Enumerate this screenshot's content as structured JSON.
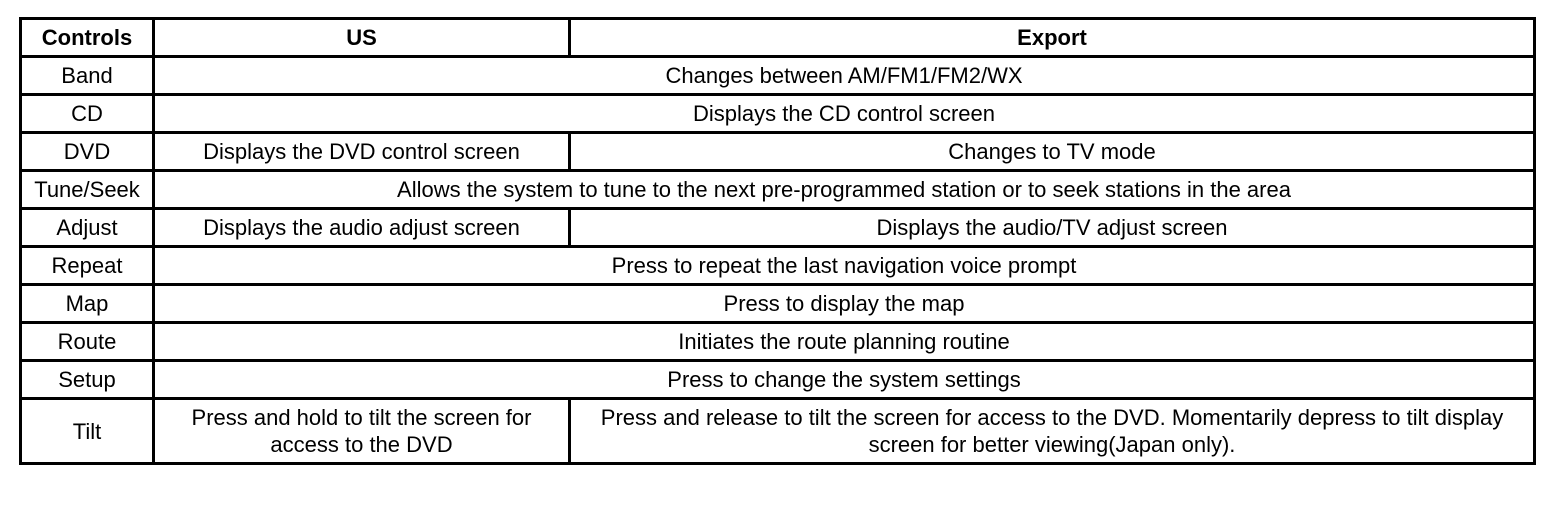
{
  "header": {
    "controls": "Controls",
    "us": "US",
    "export": "Export"
  },
  "rows": [
    {
      "control": "Band",
      "both": "Changes between AM/FM1/FM2/WX"
    },
    {
      "control": "CD",
      "both": "Displays the CD control screen"
    },
    {
      "control": "DVD",
      "us": "Displays the DVD control screen",
      "export": "Changes to TV mode"
    },
    {
      "control": "Tune/Seek",
      "both": "Allows the system to tune to the next pre-programmed station or to seek stations in the area"
    },
    {
      "control": "Adjust",
      "us": "Displays the audio adjust screen",
      "export": "Displays the audio/TV adjust screen"
    },
    {
      "control": "Repeat",
      "both": "Press to repeat the last navigation voice prompt"
    },
    {
      "control": "Map",
      "both": "Press to display the map"
    },
    {
      "control": "Route",
      "both": "Initiates the route planning routine"
    },
    {
      "control": "Setup",
      "both": "Press to change the system settings"
    },
    {
      "control": "Tilt",
      "us": "Press and hold to tilt the screen for access to the DVD",
      "export": "Press and release to tilt the screen for access to the DVD. Momentarily depress to tilt display screen for better viewing(Japan only)."
    }
  ]
}
